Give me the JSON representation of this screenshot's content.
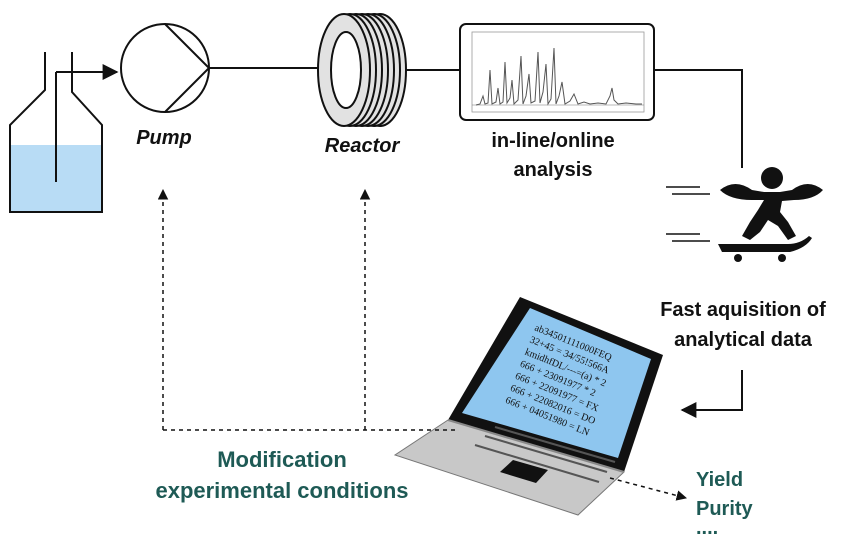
{
  "labels": {
    "pump": "Pump",
    "reactor": "Reactor",
    "analysis_line1": "in-line/online",
    "analysis_line2": "analysis",
    "fast_line1": "Fast aquisition of",
    "fast_line2": "analytical data",
    "modification_line1": "Modification",
    "modification_line2": "experimental conditions",
    "output_yield": "Yield",
    "output_purity": "Purity",
    "output_more": "...."
  },
  "screen_lines": [
    "ab34501111000FEQ",
    "32+45 = 34/55!566A",
    "kmidhfDL/---=(a) * 2",
    "666 + 23091977 * 2",
    "666 + 22091977 = FX",
    "666 + 22082016 = DO",
    "666 + 04051980 = LN"
  ],
  "colors": {
    "liquid": "#b8dcf5",
    "screen": "#8ec6ef",
    "laptop_body": "#c8c8c8",
    "teal_text": "#1e5a55"
  }
}
